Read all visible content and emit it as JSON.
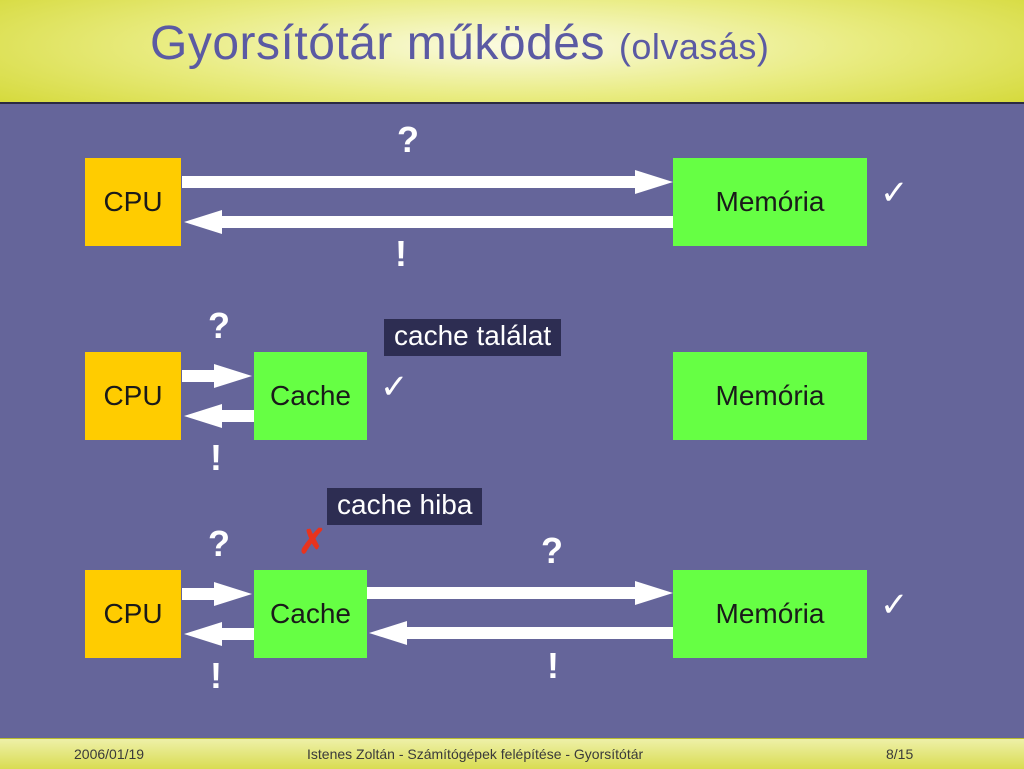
{
  "slide": {
    "title_main": "Gyorsítótár működés",
    "title_sub": "(olvasás)"
  },
  "row1": {
    "cpu": "CPU",
    "memory": "Memória",
    "question": "?",
    "answer": "!",
    "memory_status": "✓"
  },
  "row2": {
    "cpu": "CPU",
    "cache": "Cache",
    "memory": "Memória",
    "question": "?",
    "answer": "!",
    "cache_status": "✓",
    "label": "cache találat"
  },
  "row3": {
    "cpu": "CPU",
    "cache": "Cache",
    "memory": "Memória",
    "question_cpu": "?",
    "answer_cpu": "!",
    "question_mem": "?",
    "answer_mem": "!",
    "cache_status": "✗",
    "memory_status": "✓",
    "label": "cache hiba"
  },
  "footer": {
    "date": "2006/01/19",
    "center": "Istenes Zoltán - Számítógépek felépítése - Gyorsítótár",
    "page": "8/15"
  },
  "colors": {
    "background": "#65659a",
    "cpu": "#ffcc00",
    "cache_memory": "#66ff44",
    "label_bg": "#2d2d52",
    "miss_mark": "#e8331d"
  }
}
